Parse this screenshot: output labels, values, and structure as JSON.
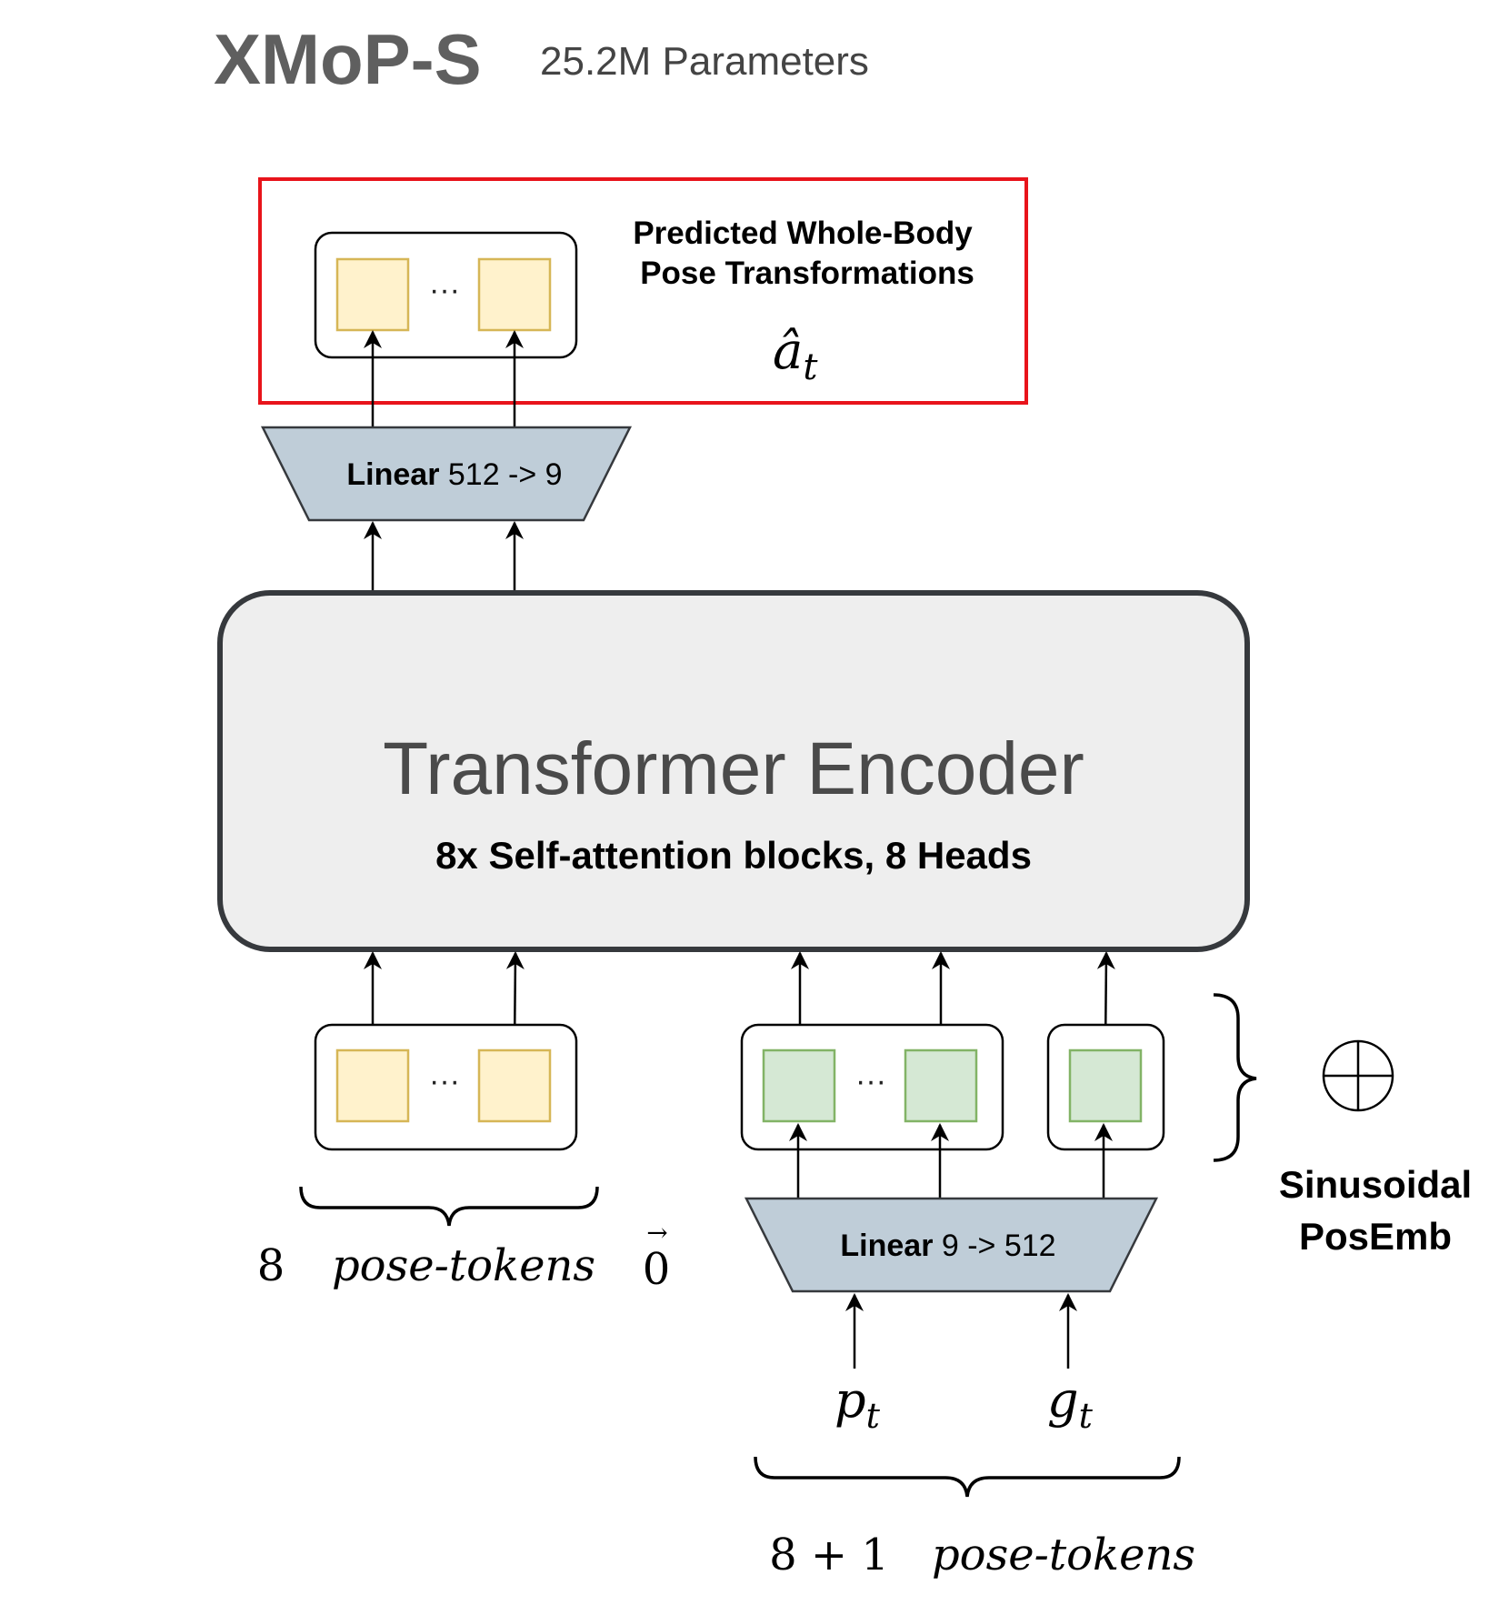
{
  "header": {
    "model_name": "XMoP-S",
    "param_count": "25.2M Parameters"
  },
  "output_block": {
    "caption_line1": "Predicted Whole-Body",
    "caption_line2": "Pose Transformations",
    "symbol": "â",
    "symbol_sub": "t",
    "ellipsis": "···"
  },
  "linear_out": {
    "bold": "Linear",
    "rest": " 512 -> 9"
  },
  "encoder": {
    "title": "Transformer Encoder",
    "subtitle": "8x Self-attention blocks, 8 Heads"
  },
  "query_tokens": {
    "ellipsis": "···",
    "label_count": "8",
    "label_name": "pose-tokens",
    "zero_vec": "0",
    "zero_arrow": "→"
  },
  "input_tokens": {
    "ellipsis": "···",
    "posemb_line1": "Sinusoidal",
    "posemb_line2": "PosEmb",
    "p_symbol": "p",
    "p_sub": "t",
    "g_symbol": "g",
    "g_sub": "t",
    "label_count": "8 + 1",
    "label_name": "pose-tokens"
  },
  "linear_in": {
    "bold": "Linear",
    "rest": " 9 -> 512"
  },
  "colors": {
    "accent_red": "#e8141b",
    "token_yellow_fill": "#fff2cc",
    "token_yellow_stroke": "#d6b656",
    "token_green_fill": "#d5e8d4",
    "token_green_stroke": "#82b366",
    "linear_fill": "#bfcdd8",
    "encoder_fill": "#eeeeee",
    "encoder_stroke": "#36393d",
    "title_gray": "#5f5f5f"
  }
}
